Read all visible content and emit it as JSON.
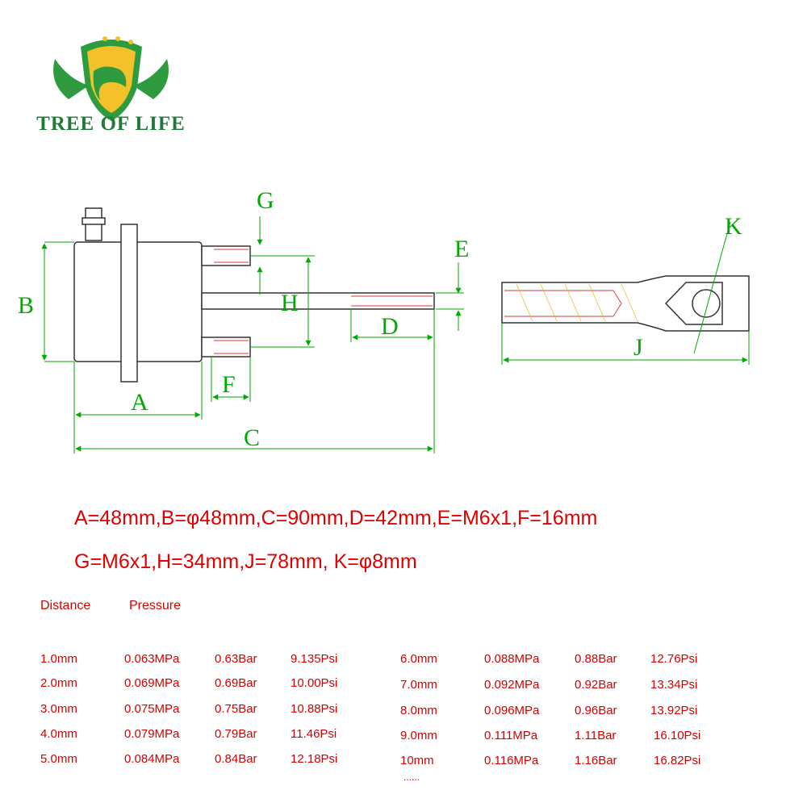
{
  "brand": {
    "name": "TREE OF LIFE",
    "colors": {
      "green": "#2e9c3e",
      "dark_green": "#1f7a3a",
      "gold": "#f3c12a"
    },
    "logo_icon": "shield-leaf-logo"
  },
  "drawing": {
    "labels": {
      "A": "A",
      "B": "B",
      "C": "C",
      "D": "D",
      "E": "E",
      "F": "F",
      "G": "G",
      "H": "H",
      "J": "J",
      "K": "K"
    },
    "colors": {
      "outline": "#333333",
      "dimension": "#00aa00",
      "thread": "#e06060",
      "hatch": "#e0b000"
    }
  },
  "dimensions": {
    "line1": "A=48mm,B=φ48mm,C=90mm,D=42mm,E=M6x1,F=16mm",
    "line2": "G=M6x1,H=34mm,J=78mm, K=φ8mm"
  },
  "table": {
    "headers": {
      "distance": "Distance",
      "pressure": "Pressure"
    },
    "left": [
      {
        "distance": "1.0mm",
        "mpa": "0.063MPa",
        "bar": "0.63Bar",
        "psi": "9.135Psi"
      },
      {
        "distance": "2.0mm",
        "mpa": "0.069MPa",
        "bar": "0.69Bar",
        "psi": "10.00Psi"
      },
      {
        "distance": "3.0mm",
        "mpa": "0.075MPa",
        "bar": "0.75Bar",
        "psi": "10.88Psi"
      },
      {
        "distance": "4.0mm",
        "mpa": "0.079MPa",
        "bar": "0.79Bar",
        "psi": "11.46Psi"
      },
      {
        "distance": "5.0mm",
        "mpa": "0.084MPa",
        "bar": "0.84Bar",
        "psi": "12.18Psi"
      }
    ],
    "right": [
      {
        "distance": "6.0mm",
        "mpa": "0.088MPa",
        "bar": "0.88Bar",
        "psi": "12.76Psi"
      },
      {
        "distance": "7.0mm",
        "mpa": "0.092MPa",
        "bar": "0.92Bar",
        "psi": "13.34Psi"
      },
      {
        "distance": "8.0mm",
        "mpa": "0.096MPa",
        "bar": "0.96Bar",
        "psi": "13.92Psi"
      },
      {
        "distance": "9.0mm",
        "mpa": "0.111MPa",
        "bar": "1.11Bar",
        "psi": "16.10Psi"
      },
      {
        "distance": "10mm",
        "mpa": "0.116MPa",
        "bar": "1.16Bar",
        "psi": "16.82Psi"
      }
    ],
    "ellipsis": "......"
  }
}
